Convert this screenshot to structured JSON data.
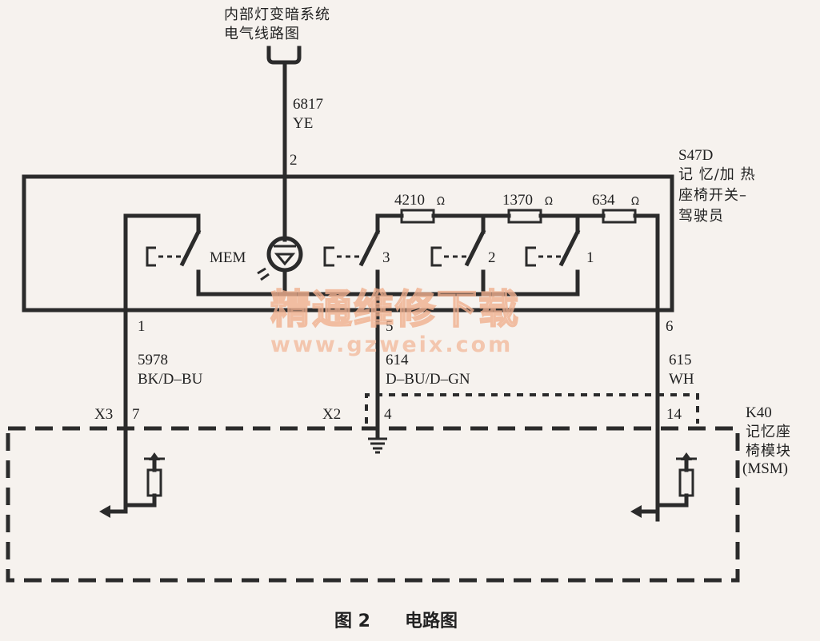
{
  "top_source": {
    "line1": "内部灯变暗系统",
    "line2": "电气线路图"
  },
  "wire_top": {
    "circuit": "6817",
    "color": "YE",
    "pin": "2"
  },
  "switch": {
    "id": "S47D",
    "name_line1": "记 忆/加 热",
    "name_line2": "座椅开关–",
    "name_line3": "驾驶员",
    "mem_label": "MEM",
    "switch_labels": [
      "3",
      "2",
      "1"
    ],
    "resistors": [
      "4210",
      "1370",
      "634"
    ],
    "ohm_symbol": "Ω"
  },
  "pins": {
    "left": "1",
    "mid": "5",
    "right": "6"
  },
  "wires": {
    "left": {
      "circuit": "5978",
      "color": "BK/D–BU"
    },
    "mid": {
      "circuit": "614",
      "color": "D–BU/D–GN"
    },
    "right": {
      "circuit": "615",
      "color": "WH"
    }
  },
  "connectors": {
    "x3": "X3",
    "x3_pin": "7",
    "x2": "X2",
    "x2_pin": "4",
    "x_right_pin": "14"
  },
  "module": {
    "id": "K40",
    "name_line1": "记忆座",
    "name_line2": "椅模块",
    "name_line3": "(MSM)"
  },
  "watermark": {
    "cn": "精通维修下载",
    "url": "www.gzweix.com"
  },
  "caption": {
    "fig": "图 2",
    "title": "电路图"
  },
  "colors": {
    "ink": "#2b2b2b",
    "paper": "#f6f2ee",
    "watermark": "#f1b08f"
  }
}
